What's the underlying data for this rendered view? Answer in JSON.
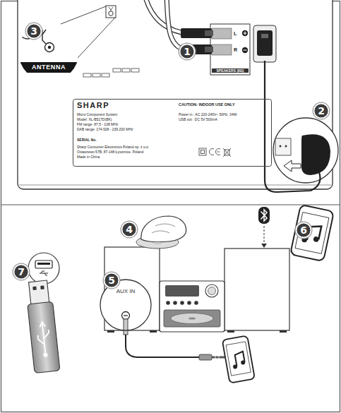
{
  "diagram": {
    "nodes": [
      {
        "text": [
          "3"
        ]
      },
      {
        "text": [
          "ANTENNA"
        ]
      },
      {
        "text": [
          "1"
        ]
      },
      {
        "text": [
          "SHARP",
          "CAUTION: INDOOR USE ONLY",
          "Micro Component System",
          "Model: XL-B517D(BK)",
          "Power in : AC 220-240V~ 50Hz, 34W",
          "FM range: 87.5 - 108 MHz",
          "USB out : DC 5V 500mA",
          "DAB range: 174.928 - 239.200 MHz",
          "SERIAL No.",
          "Sharp Consumer Electronics Poland sp. z o.o.",
          "Ostaszewo 57B, 87-148 Łysomice, Poland",
          "Made in China"
        ]
      },
      {
        "text": [
          "2"
        ]
      },
      {
        "text": [
          "4"
        ]
      },
      {
        "text": [
          "6"
        ]
      },
      {
        "text": [
          "7"
        ]
      },
      {
        "text": [
          "5"
        ]
      },
      {
        "text": [
          "AUX IN"
        ]
      }
    ],
    "labels": [
      "SPEAKERS (8Ω)",
      "L",
      "R"
    ]
  }
}
